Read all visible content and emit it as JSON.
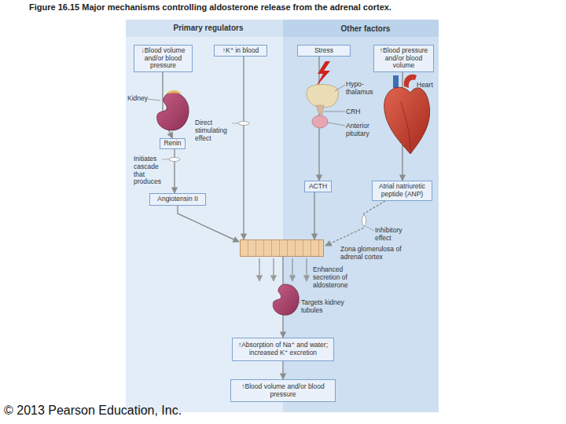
{
  "diagram": {
    "title": "Figure 16.15 Major mechanisms controlling aldosterone release from the adrenal cortex.",
    "nodes": [
      {
        "text": [
          "↓Blood volume and/or blood pressure"
        ]
      },
      {
        "text": [
          "↑K⁺ in blood"
        ]
      },
      {
        "text": [
          "Stress"
        ]
      },
      {
        "text": [
          "↑Blood pressure and/or blood volume"
        ]
      },
      {
        "text": [
          "Renin"
        ]
      },
      {
        "text": [
          "ACTH"
        ]
      },
      {
        "text": [
          "Atrial natriuretic peptide (ANP)"
        ]
      },
      {
        "text": [
          "Angiotensin II"
        ]
      },
      {
        "text": [
          "Zona glomerulosa of adrenal cortex"
        ]
      },
      {
        "text": [
          "↑Absorption of Na⁺ and water; increased K⁺ excretion"
        ]
      },
      {
        "text": [
          "↑Blood volume and/or blood pressure"
        ]
      }
    ],
    "edges": [
      {
        "from": 0,
        "to": 4,
        "arrow": "to"
      },
      {
        "from": 1,
        "to": 8,
        "label": "Direct stimulating effect",
        "arrow": "to"
      },
      {
        "from": 4,
        "to": 7,
        "label": "Initiates cascade that produces",
        "arrow": "to"
      },
      {
        "from": 7,
        "to": 8,
        "arrow": "to"
      },
      {
        "from": 2,
        "to": 5,
        "arrow": "to"
      },
      {
        "from": 5,
        "to": 8,
        "arrow": "to"
      },
      {
        "from": 3,
        "to": 6,
        "arrow": "to"
      },
      {
        "from": 6,
        "to": 8,
        "label": "Inhibitory effect",
        "arrow": "to"
      },
      {
        "from": 8,
        "to": 9,
        "label": "Enhanced secretion of aldosterone",
        "arrow": "to"
      },
      {
        "from": 9,
        "to": 10,
        "arrow": "to"
      }
    ],
    "labels": [
      "Primary regulators",
      "Other factors",
      "Kidney",
      "Hypo- thalamus",
      "Heart",
      "CRH",
      "Anterior pituitary",
      "Targets kidney tubules",
      "© 2013 Pearson Education, Inc."
    ]
  }
}
